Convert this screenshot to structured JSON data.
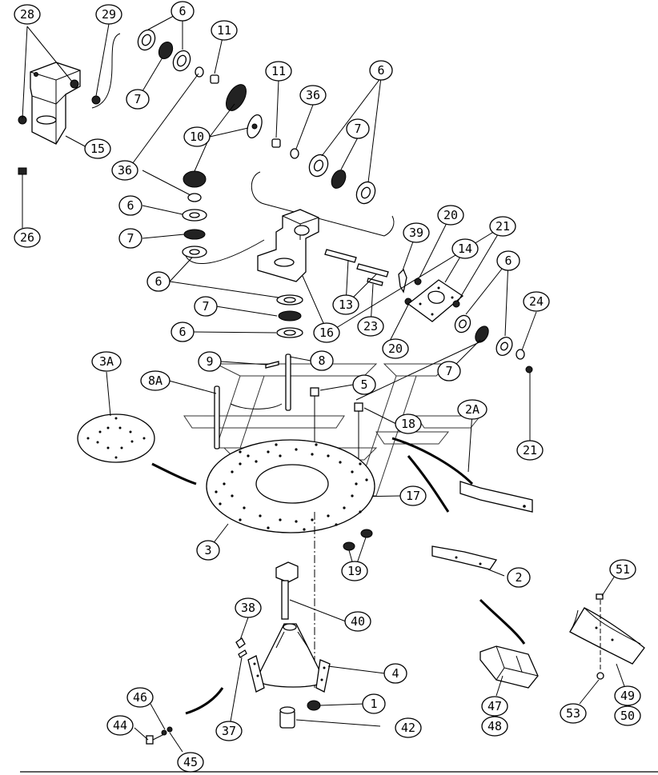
{
  "diagram": {
    "callouts": [
      {
        "id": "c28",
        "label": "28"
      },
      {
        "id": "c29",
        "label": "29"
      },
      {
        "id": "c6a",
        "label": "6"
      },
      {
        "id": "c11a",
        "label": "11"
      },
      {
        "id": "c7a",
        "label": "7"
      },
      {
        "id": "c15",
        "label": "15"
      },
      {
        "id": "c26",
        "label": "26"
      },
      {
        "id": "c10",
        "label": "10"
      },
      {
        "id": "c11b",
        "label": "11"
      },
      {
        "id": "c36a",
        "label": "36"
      },
      {
        "id": "c6b",
        "label": "6"
      },
      {
        "id": "c7b",
        "label": "7"
      },
      {
        "id": "c36b",
        "label": "36"
      },
      {
        "id": "c6c",
        "label": "6"
      },
      {
        "id": "c7c",
        "label": "7"
      },
      {
        "id": "c6d",
        "label": "6"
      },
      {
        "id": "c20a",
        "label": "20"
      },
      {
        "id": "c39",
        "label": "39"
      },
      {
        "id": "c21a",
        "label": "21"
      },
      {
        "id": "c14",
        "label": "14"
      },
      {
        "id": "c6e",
        "label": "6"
      },
      {
        "id": "c24",
        "label": "24"
      },
      {
        "id": "c13",
        "label": "13"
      },
      {
        "id": "c23",
        "label": "23"
      },
      {
        "id": "c7d",
        "label": "7"
      },
      {
        "id": "c6f",
        "label": "6"
      },
      {
        "id": "c16",
        "label": "16"
      },
      {
        "id": "c20b",
        "label": "20"
      },
      {
        "id": "c3A",
        "label": "3A"
      },
      {
        "id": "c9",
        "label": "9"
      },
      {
        "id": "c8",
        "label": "8"
      },
      {
        "id": "c7e",
        "label": "7"
      },
      {
        "id": "c8A",
        "label": "8A"
      },
      {
        "id": "c5",
        "label": "5"
      },
      {
        "id": "c18",
        "label": "18"
      },
      {
        "id": "c2A",
        "label": "2A"
      },
      {
        "id": "c21b",
        "label": "21"
      },
      {
        "id": "c17",
        "label": "17"
      },
      {
        "id": "c3",
        "label": "3"
      },
      {
        "id": "c19",
        "label": "19"
      },
      {
        "id": "c2",
        "label": "2"
      },
      {
        "id": "c51",
        "label": "51"
      },
      {
        "id": "c38",
        "label": "38"
      },
      {
        "id": "c40",
        "label": "40"
      },
      {
        "id": "c4",
        "label": "4"
      },
      {
        "id": "c46",
        "label": "46"
      },
      {
        "id": "c1",
        "label": "1"
      },
      {
        "id": "c47",
        "label": "47"
      },
      {
        "id": "c48",
        "label": "48"
      },
      {
        "id": "c42",
        "label": "42"
      },
      {
        "id": "c53",
        "label": "53"
      },
      {
        "id": "c49",
        "label": "49"
      },
      {
        "id": "c50",
        "label": "50"
      },
      {
        "id": "c44",
        "label": "44"
      },
      {
        "id": "c37",
        "label": "37"
      },
      {
        "id": "c45",
        "label": "45"
      }
    ]
  }
}
